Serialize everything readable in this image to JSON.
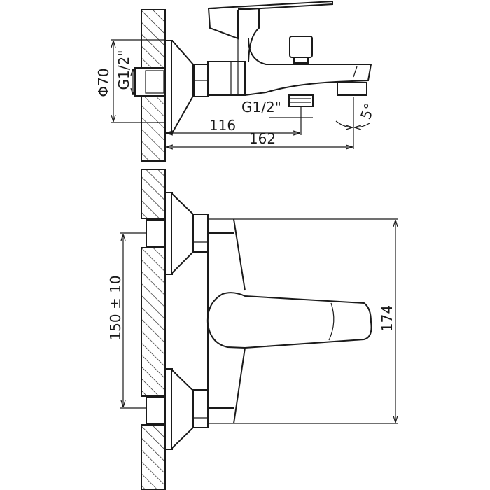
{
  "side_view": {
    "diameter_label": "Φ70",
    "inlet_thread_label": "G1/2\"",
    "outlet_thread_label": "G1/2\"",
    "dim_outlet_distance": "116",
    "dim_total_depth": "162",
    "spout_angle": "5°"
  },
  "front_view": {
    "dim_inlet_spacing": "150 ± 10",
    "dim_height": "174"
  },
  "colors": {
    "line": "#1a1a1a",
    "background": "#ffffff"
  }
}
